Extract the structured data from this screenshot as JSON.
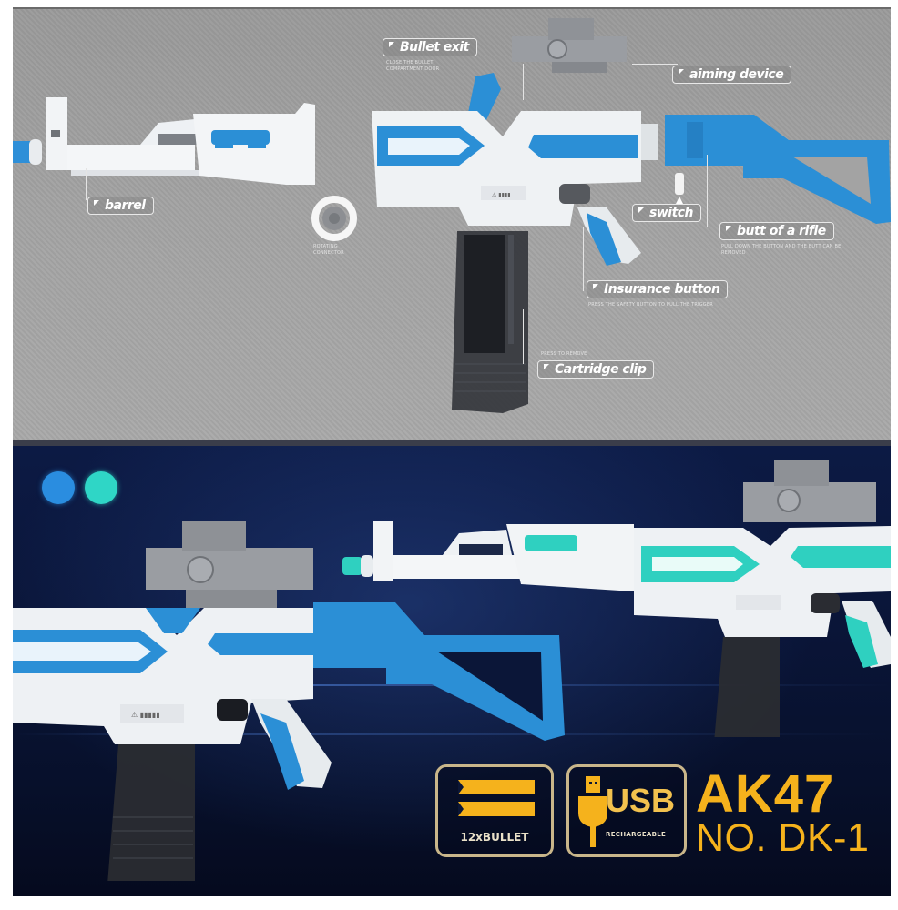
{
  "diagram": {
    "panel_top": {
      "background": "#a2a2a2",
      "callouts": [
        {
          "id": "bullet-exit",
          "label": "Bullet exit",
          "note": "CLOSE THE BULLET COMPARTMENT DOOR"
        },
        {
          "id": "aiming-device",
          "label": "aiming device"
        },
        {
          "id": "barrel",
          "label": "barrel"
        },
        {
          "id": "butt-of-a-rifle",
          "label": "butt of a rifle",
          "note": "PULL DOWN THE BUTTON AND THE BUTT CAN BE REMOVED"
        },
        {
          "id": "switch",
          "label": "switch"
        },
        {
          "id": "insurance-button",
          "label": "Insurance button",
          "note": "PRESS THE SAFETY BUTTON TO PULL THE TRIGGER"
        },
        {
          "id": "cartridge-clip",
          "label": "Cartridge clip",
          "note": "PRESS TO REMOVE"
        }
      ],
      "ring_note": "ROTATING CONNECTOR"
    },
    "panel_bottom": {
      "background": "#0a1538",
      "color_options": [
        {
          "name": "blue",
          "hex": "#2a8de0"
        },
        {
          "name": "teal",
          "hex": "#2fd6c6"
        }
      ],
      "badges": {
        "bullet": {
          "label": "12xBULLET",
          "icon": "bullet-icon"
        },
        "usb": {
          "label": "USB",
          "sublabel": "RECHARGEABLE",
          "icon": "usb-plug-icon"
        }
      },
      "model": {
        "title": "AK47",
        "number": "NO. DK-1"
      },
      "accent_color": "#f5b21c",
      "badge_border_color": "#c9b68a"
    },
    "product_colors": {
      "body": "#eef0f2",
      "blue_accent": "#2b8fd6",
      "teal_accent": "#2fd0c0",
      "scope": "#9a9ca0",
      "magazine": "#2a2c32"
    }
  }
}
